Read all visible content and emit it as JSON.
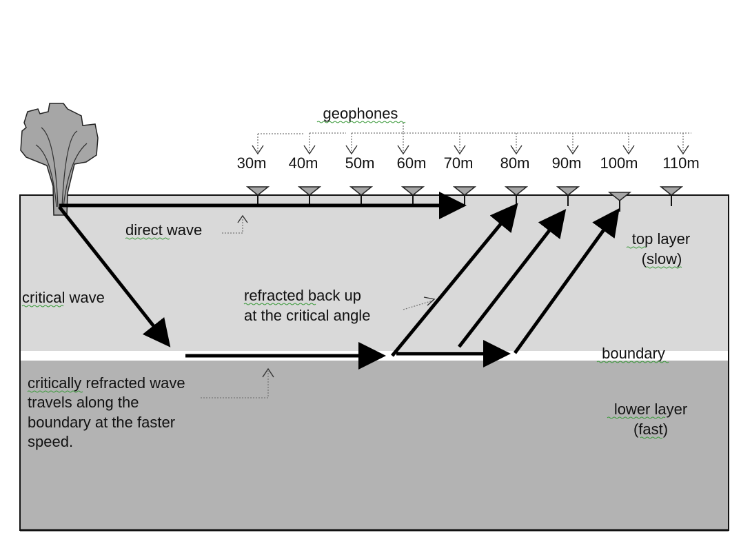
{
  "title": "Seismic refraction diagram",
  "colors": {
    "top_layer": "#d9d9d9",
    "lower_layer": "#b3b3b3",
    "boundary": "#ffffff",
    "outline": "#111111",
    "geophone_fill": "#a6a6a6",
    "source_fill": "#a6a6a6",
    "arrow": "#000000"
  },
  "labels": {
    "geophones": "geophones",
    "direct_wave": "direct wave",
    "critical_wave": "critical wave",
    "refracted_back_up_line1": "refracted back up",
    "refracted_back_up_line2": "at the critical angle",
    "critically_refracted_line1": "critically refracted wave",
    "critically_refracted_line2": "travels along the",
    "critically_refracted_line3": "boundary at the faster",
    "critically_refracted_line4": "speed.",
    "top_layer_line1": "top layer",
    "top_layer_line2": "(slow)",
    "boundary": "boundary",
    "lower_layer_line1": "lower layer",
    "lower_layer_line2": "(fast)"
  },
  "geophones": [
    {
      "distance": "30m"
    },
    {
      "distance": "40m"
    },
    {
      "distance": "50m"
    },
    {
      "distance": "60m"
    },
    {
      "distance": "70m"
    },
    {
      "distance": "80m"
    },
    {
      "distance": "90m"
    },
    {
      "distance": "100m"
    },
    {
      "distance": "110m"
    }
  ],
  "source": {
    "icon": "explosion-icon"
  }
}
